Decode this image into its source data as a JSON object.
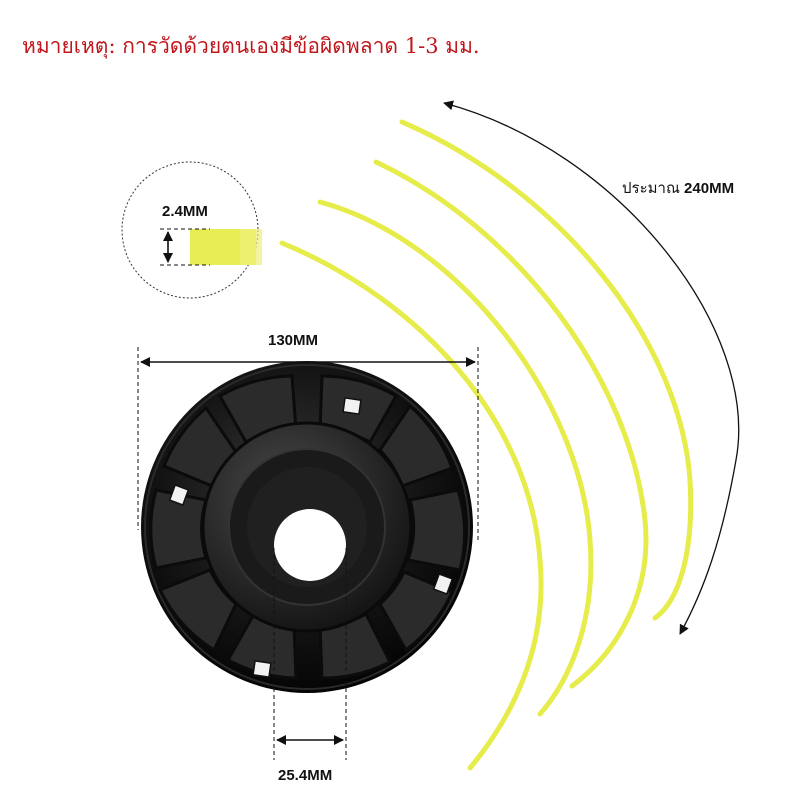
{
  "note": "หมายเหตุ: การวัดด้วยตนเองมีข้อผิดพลาด 1-3 มม.",
  "labels": {
    "line_length_prefix": "ประมาณ",
    "line_length_value": "240MM",
    "head_diameter": "130MM",
    "line_thickness": "2.4MM",
    "bore_diameter": "25.4MM"
  },
  "colors": {
    "note": "#c0171c",
    "trimmer_line": "#e6ec4a",
    "head": "#141414"
  }
}
